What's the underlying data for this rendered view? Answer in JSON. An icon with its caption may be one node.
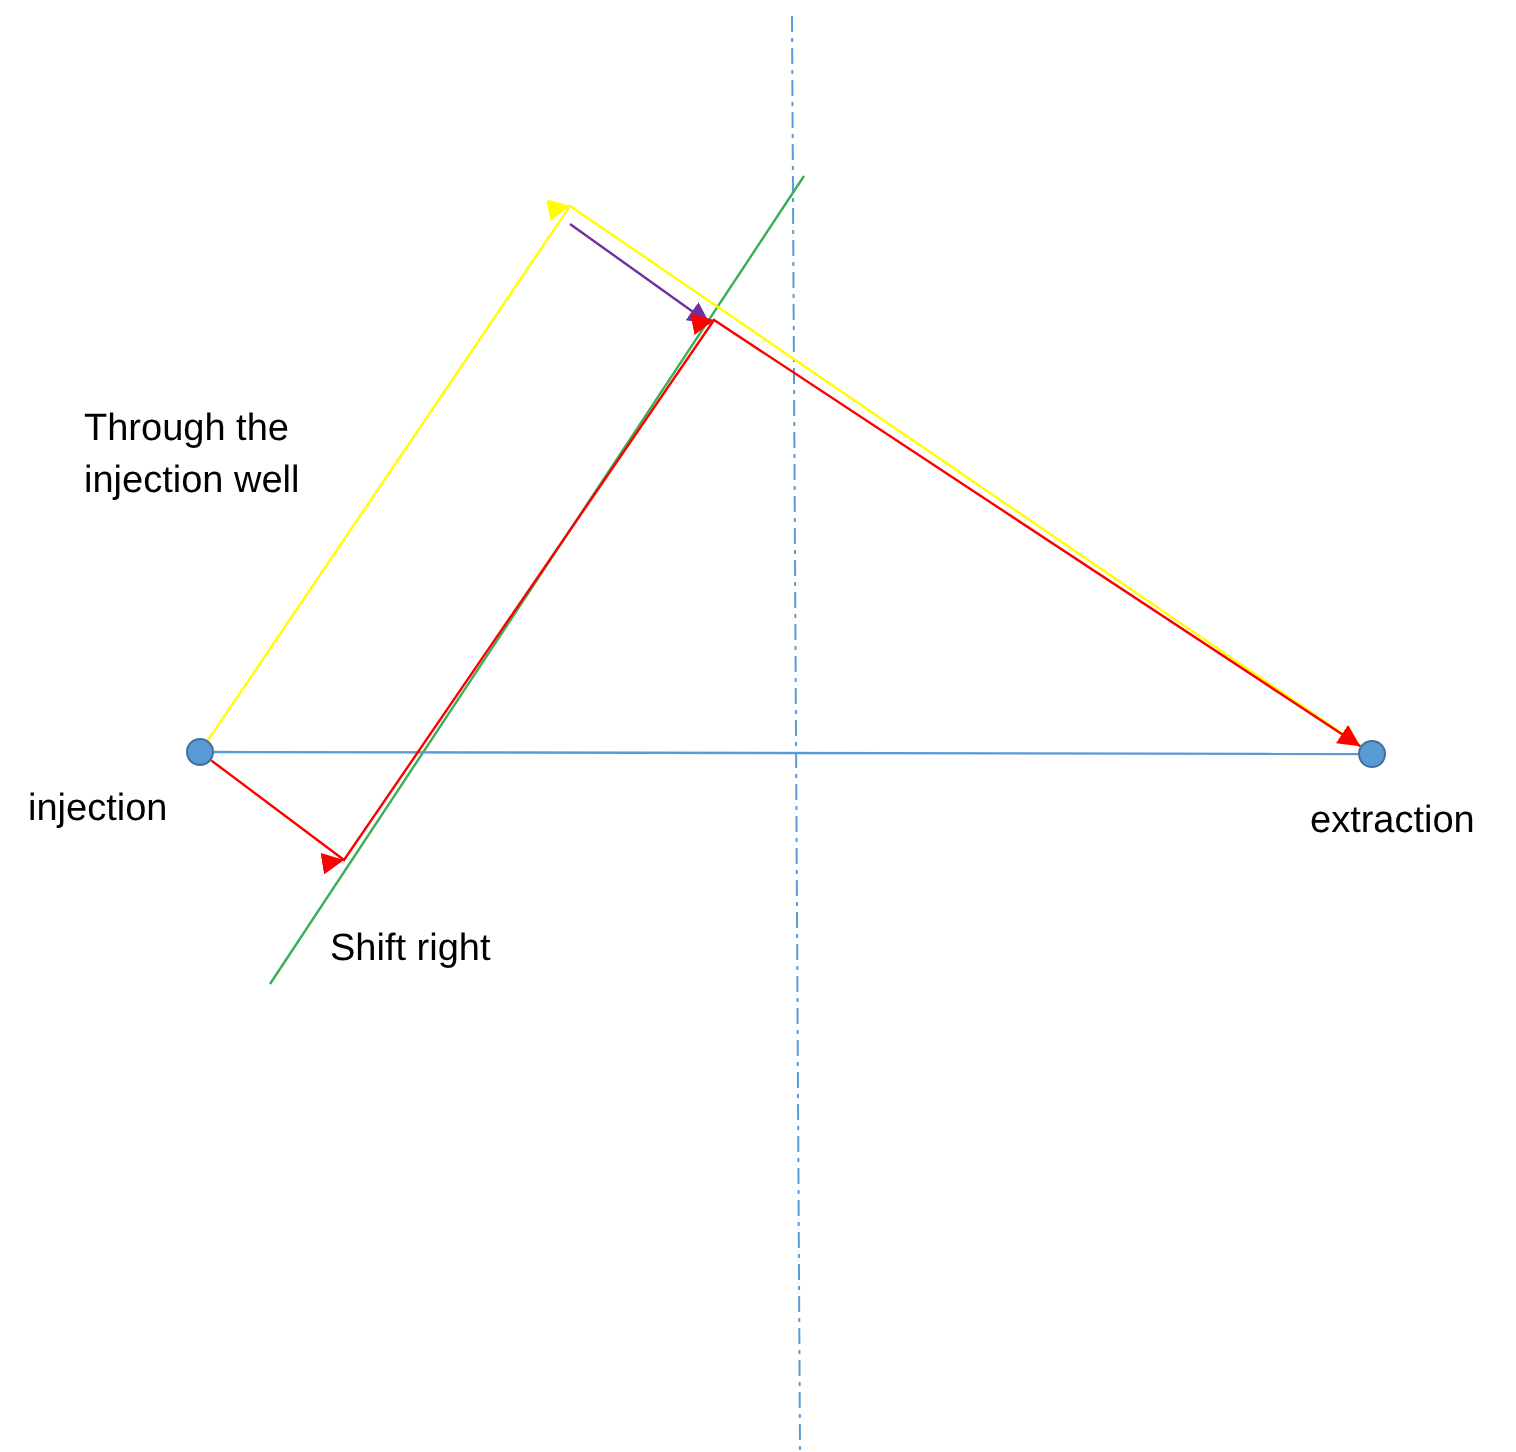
{
  "diagram": {
    "nodes": [
      {
        "text": [],
        "shape": "circle",
        "beside": [
          "injection"
        ]
      },
      {
        "text": [],
        "shape": "circle",
        "beside": [
          "extraction"
        ]
      }
    ],
    "edges": [
      {
        "from": 0,
        "to": 1,
        "arrow": "none",
        "color": "#5b9bd5"
      },
      {
        "from": 0,
        "to": 1,
        "arrow": "to",
        "color": "#ffff00"
      },
      {
        "from": 0,
        "to": 1,
        "arrow": "to",
        "color": "#ff0000"
      }
    ],
    "labels": [
      "Through the injection well",
      "Shift right"
    ]
  }
}
